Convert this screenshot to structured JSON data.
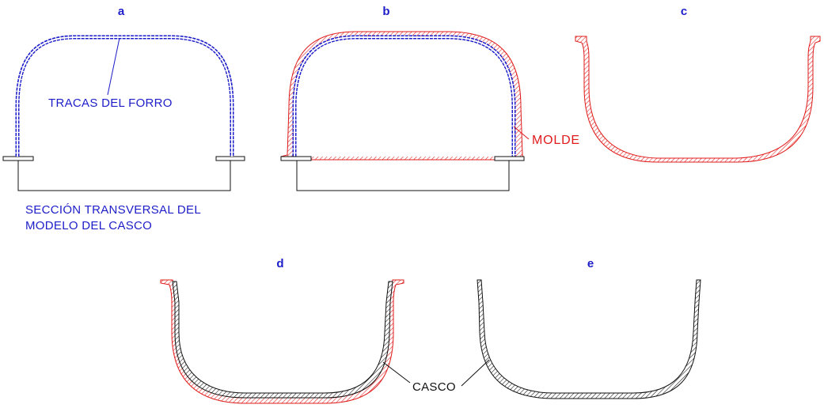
{
  "panels": {
    "a": {
      "label": "a"
    },
    "b": {
      "label": "b"
    },
    "c": {
      "label": "c"
    },
    "d": {
      "label": "d"
    },
    "e": {
      "label": "e"
    }
  },
  "annotations": {
    "tracas": "TRACAS DEL FORRO",
    "seccion_line1": "SECCIÓN TRANSVERSAL DEL",
    "seccion_line2": "MODELO DEL CASCO",
    "molde": "MOLDE",
    "casco": "CASCO"
  },
  "colors": {
    "planking": "#1d1dc9",
    "mold": "#e01b1b",
    "hull": "#111111",
    "labels": "#1d1dc9"
  }
}
